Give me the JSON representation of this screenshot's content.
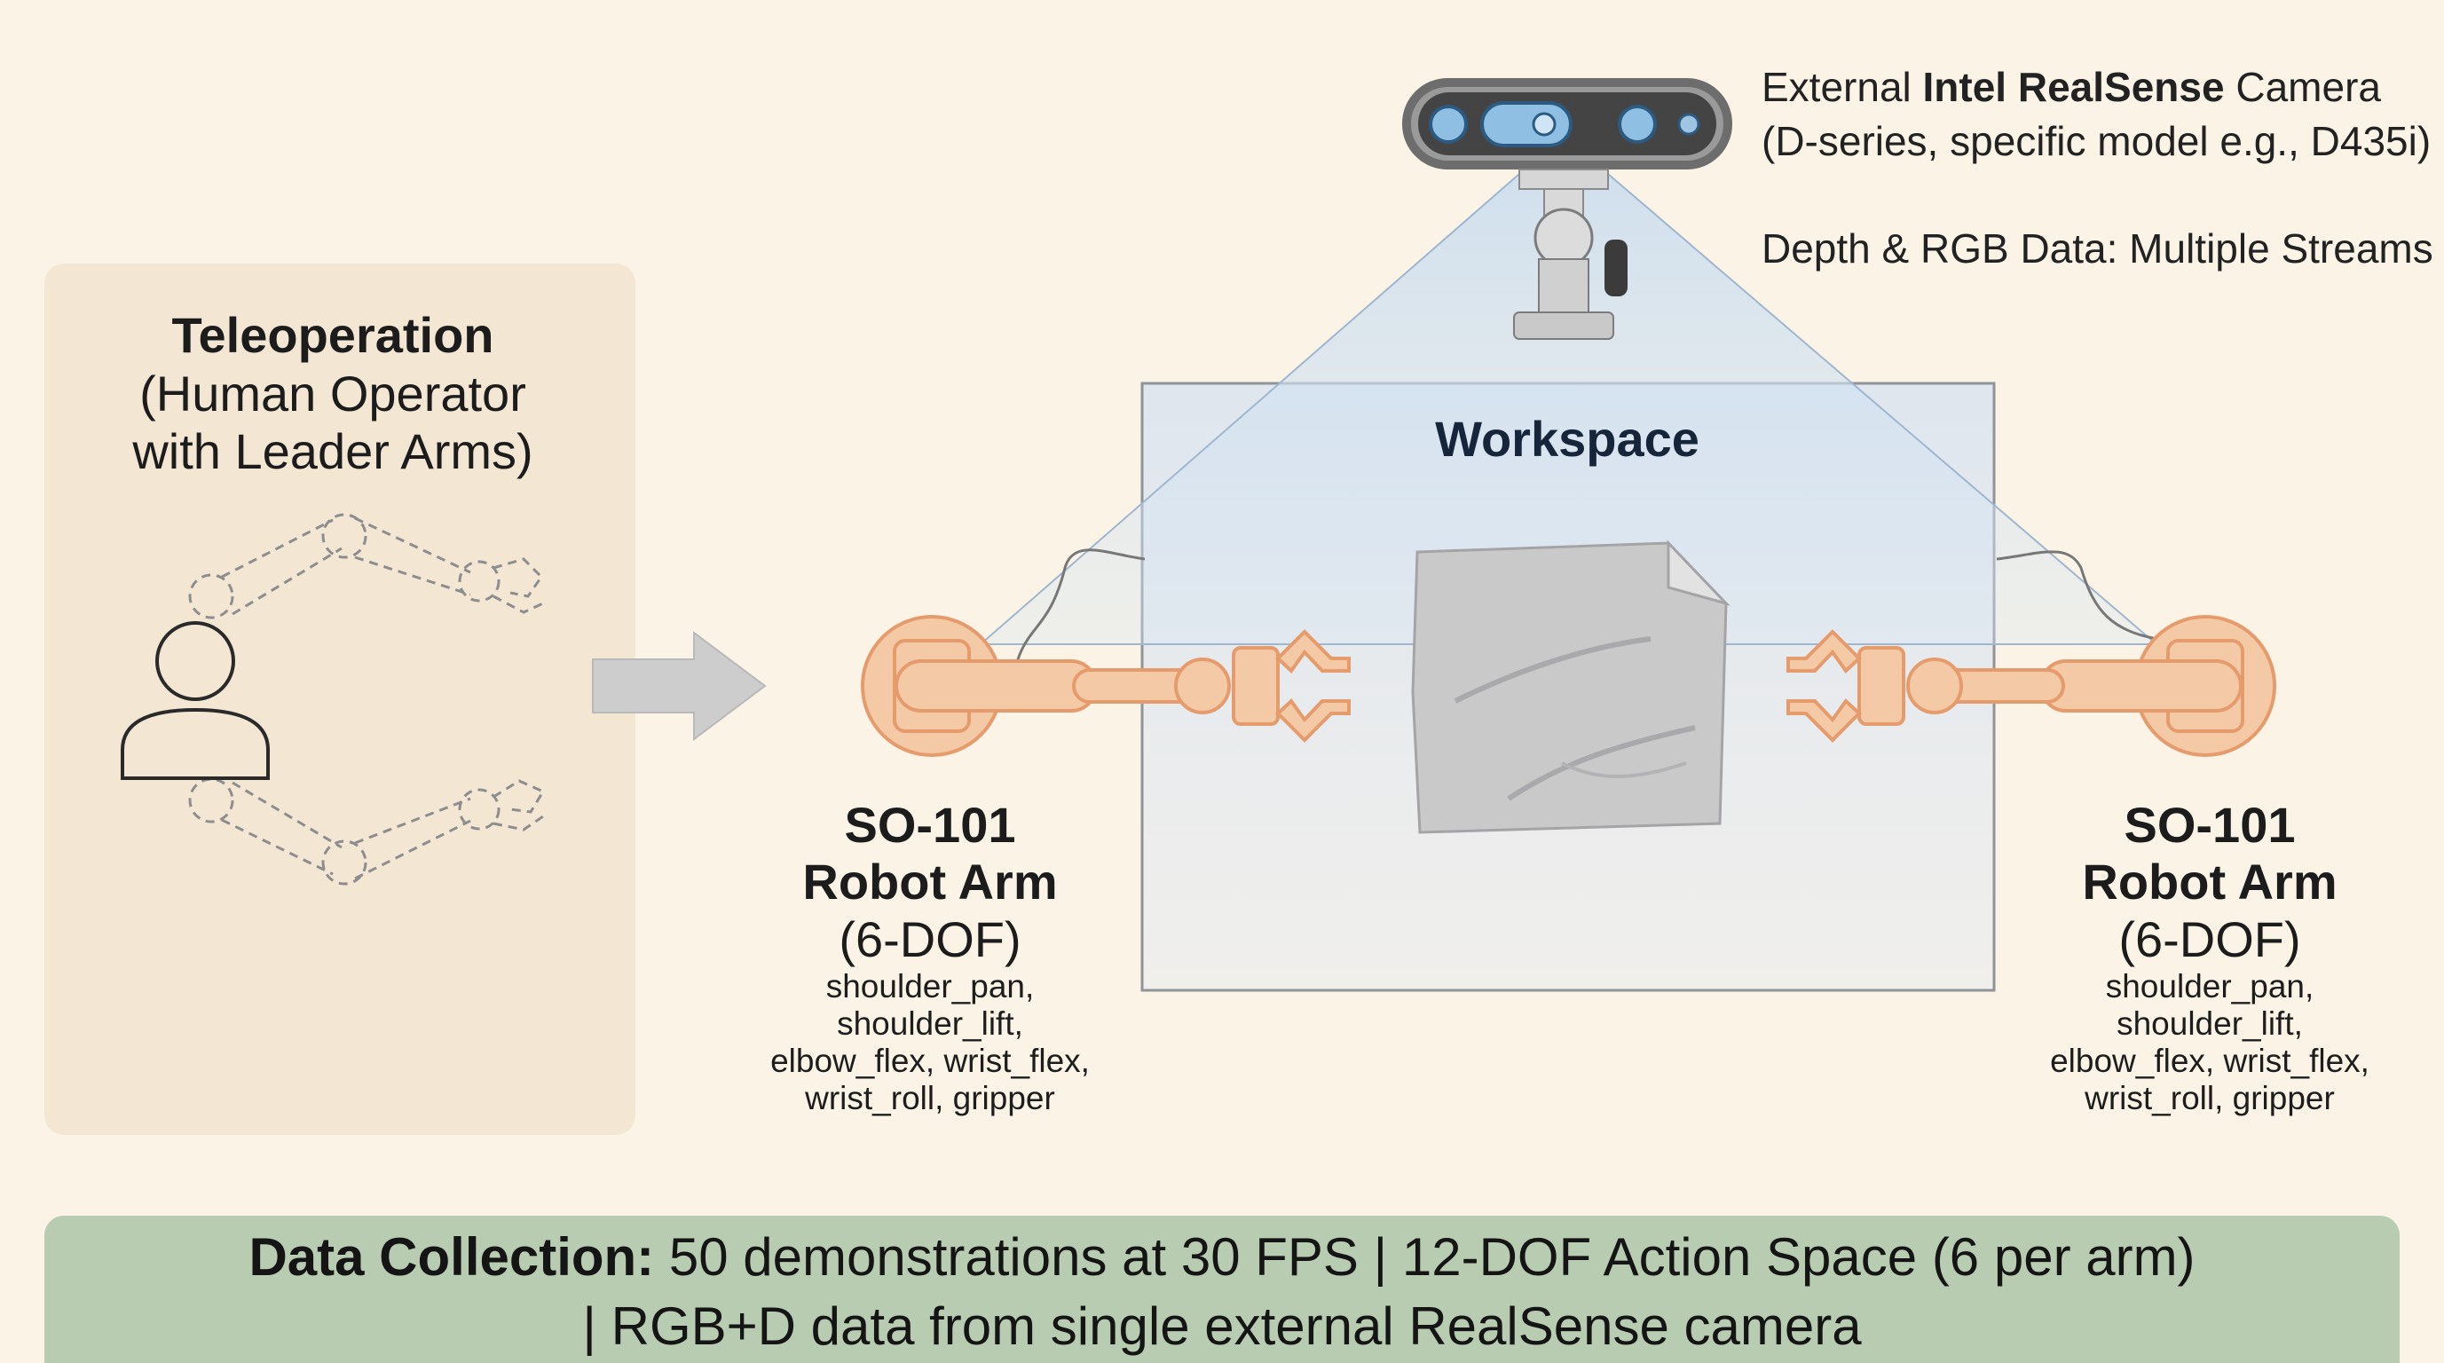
{
  "teleoperation": {
    "title": "Teleoperation",
    "line2": "(Human Operator",
    "line3": "with Leader Arms)"
  },
  "camera": {
    "label_pre": "External ",
    "label_bold": "Intel RealSense",
    "label_post": " Camera",
    "model": "(D-series, specific model e.g., D435i)",
    "streams": "Depth & RGB Data: Multiple Streams"
  },
  "workspace": {
    "title": "Workspace"
  },
  "arms": [
    {
      "name": "SO-101",
      "type": "Robot Arm",
      "dof": "(6-DOF)",
      "joints": [
        "shoulder_pan,",
        "shoulder_lift,",
        "elbow_flex, wrist_flex,",
        "wrist_roll, gripper"
      ]
    },
    {
      "name": "SO-101",
      "type": "Robot Arm",
      "dof": "(6-DOF)",
      "joints": [
        "shoulder_pan,",
        "shoulder_lift,",
        "elbow_flex, wrist_flex,",
        "wrist_roll, gripper"
      ]
    }
  ],
  "footer": {
    "bold": "Data Collection:",
    "line1": " 50 demonstrations at 30 FPS | 12-DOF Action Space (6 per arm)",
    "line2": "| RGB+D data from single external RealSense camera"
  },
  "colors": {
    "background": "#fbf4e6",
    "panel": "#f3e7d4",
    "arm_fill": "#f4c9a6",
    "arm_stroke": "#e59b6c",
    "footer_bg": "#b7ccb0",
    "workspace_title": "#16253a"
  },
  "icons": [
    "person-icon",
    "leader-arm-icon",
    "arrow-right-icon",
    "realsense-camera-icon",
    "cloth-icon",
    "robot-arm-icon",
    "sparkle-icon"
  ]
}
